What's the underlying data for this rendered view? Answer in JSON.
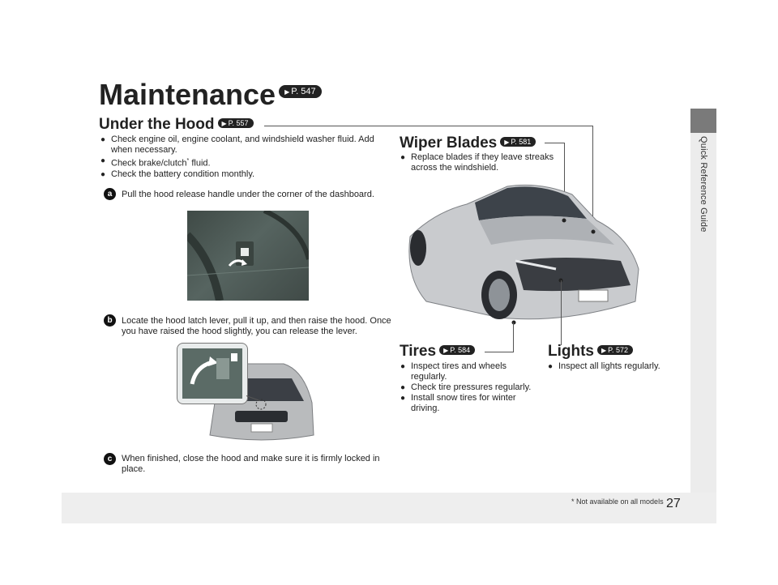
{
  "page_title": "Maintenance",
  "page_title_ref": "P. 547",
  "under_hood": {
    "title": "Under the Hood",
    "ref": "P. 557",
    "bullets": [
      "Check engine oil, engine coolant, and windshield washer fluid. Add when necessary.",
      "Check brake/clutch",
      "Check the battery condition monthly."
    ],
    "bullet2_suffix": " fluid.",
    "asterisk": "*",
    "steps": [
      {
        "badge": "a",
        "text": "Pull the hood release handle under the corner of the dashboard."
      },
      {
        "badge": "b",
        "text": "Locate the hood latch lever, pull it up, and then raise the hood. Once you have raised the hood slightly, you can release the lever."
      },
      {
        "badge": "c",
        "text": "When finished, close the hood and make sure it is firmly locked in place."
      }
    ]
  },
  "wiper": {
    "title": "Wiper Blades",
    "ref": "P. 581",
    "bullets": [
      "Replace blades if they leave streaks across the windshield."
    ]
  },
  "tires": {
    "title": "Tires",
    "ref": "P. 584",
    "bullets": [
      "Inspect tires and wheels regularly.",
      "Check tire pressures regularly.",
      "Install snow tires for winter driving."
    ]
  },
  "lights": {
    "title": "Lights",
    "ref": "P. 572",
    "bullets": [
      "Inspect all lights regularly."
    ]
  },
  "side_label": "Quick Reference Guide",
  "page_number": "27",
  "footnote": "* Not available on all models"
}
